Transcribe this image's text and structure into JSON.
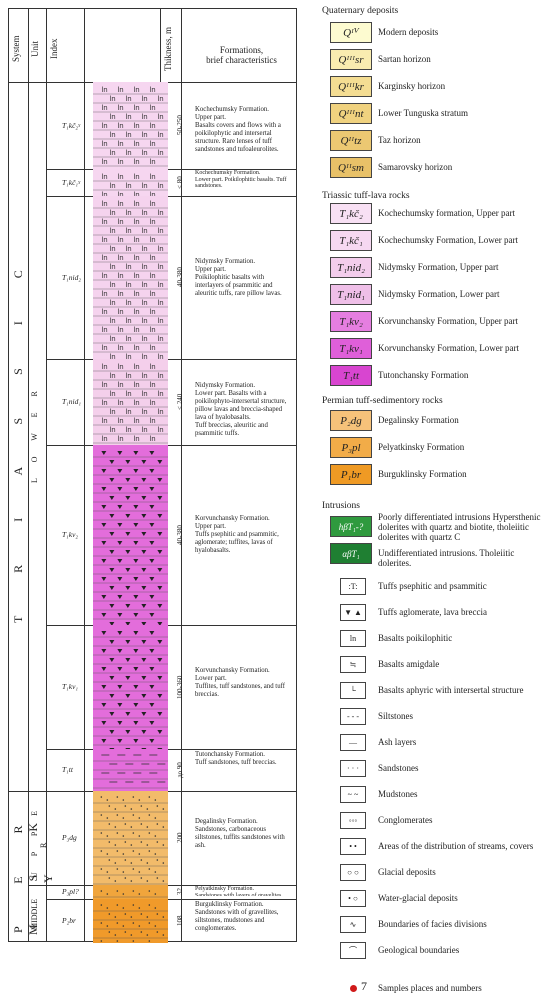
{
  "header": {
    "system": "System",
    "unit": "Unit",
    "index": "Index",
    "thickness": "Thikness, m",
    "formations": "Formations,\nbrief characteristics"
  },
  "systems": {
    "triassic": "T R I A S S I C",
    "permsky": "P E R M S K Y"
  },
  "units": {
    "lower": "L O W E R",
    "upper": "U P P E R",
    "middle": "MIDDLE"
  },
  "layers": [
    {
      "index": "T₁kč₂ˠ",
      "thickness": "50-250",
      "desc": "Kochechumsky Formation.\nUpper part.\nBasalts covers and flows with a poikilophytic and intersertal structure. Rare lenses of tuff sandstones and tufoaleurolites.",
      "color": "#f6d6f0"
    },
    {
      "index": "T₁kč₁ˠ",
      "thickness": "< 80",
      "desc": "Kochechumsky Formation.\nLower part. Poikilophitic basalts. Tuff sandstones.",
      "color": "#f6d6f0"
    },
    {
      "index": "T₁nid₂",
      "thickness": "40-380",
      "desc": "Nidymsky Formation.\nUpper part.\nPoikilophitic basalts with interlayers of psammitic and aleuritic tuffs, rare pillow lavas.",
      "color": "#f5d3ee"
    },
    {
      "index": "T₁nid₁",
      "thickness": "< 240",
      "desc": "Nidymsky Formation.\nLower part. Basalts with a poikilophyto-intersertal structure, pillow lavas and breccia-shaped lava of hyalobasalts.\nTuff breccias, aleuritic and psammitic tuffs.",
      "color": "#f4cfeb"
    },
    {
      "index": "T₁kv₂",
      "thickness": "40-380",
      "desc": "Korvunchansky Formation.\nUpper part.\nTuffs psephitic and psammitic, aglomerate; tuffites, lavas of hyalobasalts.",
      "color": "#e36ddb"
    },
    {
      "index": "T₁kv₁",
      "thickness": "100-360",
      "desc": "Korvunchansky Formation.\nLower part.\nTuffites, tuff sandstones, and tuff breccias.",
      "color": "#e36ddb"
    },
    {
      "index": "T₁tt",
      "thickness": "до 90",
      "desc": "Tutonchansky Formation.\nTuff sandstones, tuff breccias.",
      "color": "#e36ddb"
    },
    {
      "index": "P₃dg",
      "thickness": "200",
      "desc": "Degalinsky Formation.\nSandstones, carbonaceous siltstones, tuffits sandstones with ash.",
      "color": "#f2bb6a"
    },
    {
      "index": "P₃pl?",
      "thickness": "32",
      "desc": "Pelyatkinsky Formation.\nSandstones with layers of gravelites.",
      "color": "#f0a53c"
    },
    {
      "index": "P₂br",
      "thickness": "108",
      "desc": "Burguklinsky Formation.\nSandstones with of gravellites, siltstones, mudstones and conglomerates.",
      "color": "#f09a2a"
    }
  ],
  "legend": {
    "quaternary_title": "Quaternary deposits",
    "quaternary": [
      {
        "sym": "Qᴵⱽ",
        "label": "Modern deposits",
        "color": "#fdfbd0"
      },
      {
        "sym": "Qᴵᴵᴵsr",
        "label": "Sartan horizon",
        "color": "#f9ecb0"
      },
      {
        "sym": "Qᴵᴵᴵkr",
        "label": "Karginsky horizon",
        "color": "#f4dd93"
      },
      {
        "sym": "Qᴵᴵᴵnt",
        "label": "Lower Tunguska stratum",
        "color": "#f0d27f"
      },
      {
        "sym": "Qᴵᴵtz",
        "label": "Taz horizon",
        "color": "#ecc872"
      },
      {
        "sym": "Qᴵᴵsm",
        "label": "Samarovsky horizon",
        "color": "#e8c168"
      }
    ],
    "triassic_title": "Triassic tuff-lava rocks",
    "triassic": [
      {
        "sym": "T₁kč₂",
        "label": "Kochechumsky formation, Upper part",
        "color": "#f8e0f4"
      },
      {
        "sym": "T₁kč₁",
        "label": "Kochechumsky Formation, Lower part",
        "color": "#f6d8f1"
      },
      {
        "sym": "T₁nid₂",
        "label": "Nidymsky Formation, Upper part",
        "color": "#f3cdec"
      },
      {
        "sym": "T₁nid₁",
        "label": "Nidymsky Formation, Lower part",
        "color": "#efbfe8"
      },
      {
        "sym": "T₁kv₂",
        "label": "Korvunchansky  Formation, Upper part",
        "color": "#e57ee0"
      },
      {
        "sym": "T₁kv₁",
        "label": "Korvunchansky  Formation, Lower part",
        "color": "#df5fd9"
      },
      {
        "sym": "T₁tt",
        "label": "Tutonchansky Formation",
        "color": "#d845d0"
      }
    ],
    "permian_title": "Permian tuff-sedimentory rocks",
    "permian": [
      {
        "sym": "P₂dg",
        "label": "Degalinsky Formation",
        "color": "#f6c27a"
      },
      {
        "sym": "P₃pl",
        "label": "Pelyatkinsky Formation",
        "color": "#f2ac48"
      },
      {
        "sym": "P₁br",
        "label": "Burguklinsky Formation",
        "color": "#ef9a24"
      }
    ],
    "intrusions_title": "Intrusions",
    "intrusions": [
      {
        "sym": "hβT₁-?",
        "label": "Poorly differentiated intrusions Hypersthenic dolerites with quartz and biotite, tholeiitic dolerites with quartz C",
        "color": "#2f9a3e"
      },
      {
        "sym": "αβT₁",
        "label": "Undifferentiated intrusions. Tholeiitic dolerites.",
        "color": "#1f7f32"
      }
    ],
    "symbols": [
      {
        "sym": ":T:",
        "label": "Tuffs psephitic and psammitic"
      },
      {
        "sym": "▼ ▲",
        "label": "Tuffs aglomerate, lava breccia"
      },
      {
        "sym": "ln",
        "label": "Basalts poikilophitic"
      },
      {
        "sym": "≒",
        "label": "Basalts amigdale"
      },
      {
        "sym": "└",
        "label": "Basalts aphyric with intersertal structure"
      },
      {
        "sym": "- - -",
        "label": "Siltstones"
      },
      {
        "sym": "—",
        "label": "Ash layers"
      },
      {
        "sym": "· · ·",
        "label": "Sandstones"
      },
      {
        "sym": "~ ~",
        "label": "Mudstones"
      },
      {
        "sym": "◦◦◦",
        "label": "Conglomerates"
      },
      {
        "sym": "• •",
        "label": "Areas of the distribution of streams, covers"
      },
      {
        "sym": "○ ○",
        "label": "Glacial deposits"
      },
      {
        "sym": "• ○",
        "label": "Water-glacial  deposits"
      },
      {
        "sym": "∿",
        "label": "Boundaries of facies divisions"
      },
      {
        "sym": "⌒",
        "label": "Geological boundaries"
      }
    ],
    "samples_num": "7",
    "samples_label": "Samples places and numbers"
  }
}
